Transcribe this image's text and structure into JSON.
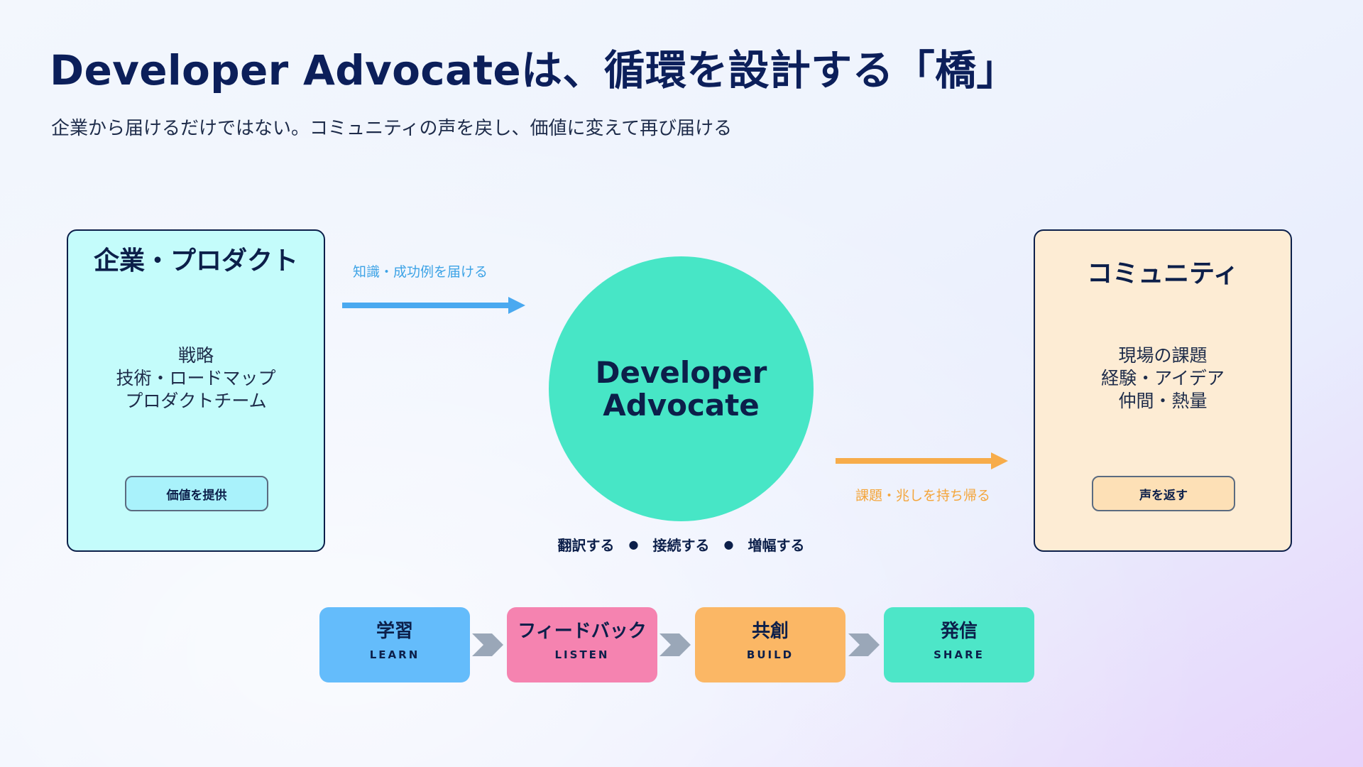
{
  "slide": {
    "title": "Developer Advocateは、循環を設計する「橋」",
    "subtitle": "企業から届けるだけではない。コミュニティの声を戻し、価値に変えて再び届ける"
  },
  "left_box": {
    "title": "企業・プロダクト",
    "items": [
      "戦略",
      "技術・ロードマップ",
      "プロダクトチーム"
    ],
    "button_label": "価値を提供"
  },
  "right_box": {
    "title": "コミュニティ",
    "items": [
      "現場の課題",
      "経験・アイデア",
      "仲間・熱量"
    ],
    "button_label": "声を返す"
  },
  "center": {
    "line1": "Developer",
    "line2": "Advocate",
    "roles": [
      "翻訳する",
      "接続する",
      "増幅する"
    ],
    "role_separator": "●"
  },
  "flows": {
    "to_center_label": "知識・成功例を届ける",
    "to_community_label": "課題・兆しを持ち帰る"
  },
  "cycle": {
    "steps": [
      {
        "title": "学習",
        "subtitle": "LEARN"
      },
      {
        "title": "フィードバック",
        "subtitle": "LISTEN"
      },
      {
        "title": "共創",
        "subtitle": "BUILD"
      },
      {
        "title": "発信",
        "subtitle": "SHARE"
      }
    ]
  },
  "colors": {
    "navy": "#0c1f4a",
    "left_box_fill": "#c4fcfb",
    "right_box_fill": "#fdecd4",
    "circle_fill": "#47e6c6",
    "arrow_blue": "#4aa9f0",
    "arrow_orange": "#f7ac4a",
    "learn": "#64bcfb",
    "listen": "#f583b0",
    "build": "#fbb765",
    "share": "#4de6c8",
    "chevron": "#9aa7b8"
  },
  "icons": {
    "arrow_to_center": "arrow-right-icon",
    "arrow_to_community": "arrow-right-icon",
    "cycle_connector": "chevron-right-icon"
  }
}
